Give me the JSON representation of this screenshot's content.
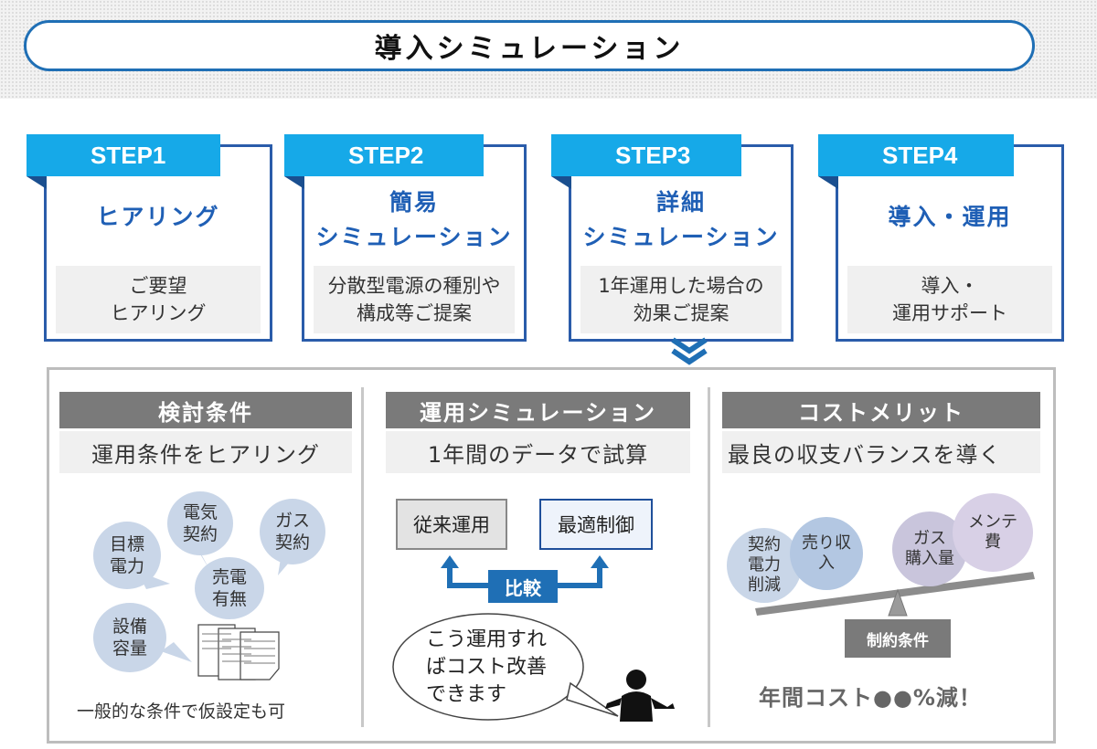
{
  "title": "導入シミュレーション",
  "steps": [
    {
      "tab": "STEP1",
      "title": "ヒアリング",
      "desc": "ご要望\nヒアリング"
    },
    {
      "tab": "STEP2",
      "title": "簡易\nシミュレーション",
      "desc": "分散型電源の種別や\n構成等ご提案"
    },
    {
      "tab": "STEP3",
      "title": "詳細\nシミュレーション",
      "desc": "1年運用した場合の\n効果ご提案"
    },
    {
      "tab": "STEP4",
      "title": "導入・運用",
      "desc": "導入・\n運用サポート"
    }
  ],
  "sections": {
    "conditions": {
      "heading": "検討条件",
      "subtitle": "運用条件をヒアリング",
      "bubbles": [
        "目標\n電力",
        "電気\n契約",
        "ガス\n契約",
        "売電\n有無",
        "設備\n容量"
      ],
      "note": "一般的な条件で仮設定も可"
    },
    "simulation": {
      "heading": "運用シミュレーション",
      "subtitle": "1年間のデータで試算",
      "mode_conventional": "従来運用",
      "mode_optimal": "最適制御",
      "compare": "比較",
      "speech": "こう運用すれ\nばコスト改善\nできます"
    },
    "cost": {
      "heading": "コストメリット",
      "subtitle": "最良の収支バランスを導く",
      "left_items": [
        "契約\n電力\n削減",
        "売り収\n入"
      ],
      "right_items": [
        "ガス\n購入量",
        "メンテ\n費"
      ],
      "constraint": "制約条件",
      "result": "年間コスト●●%減！"
    }
  },
  "colors": {
    "accent_blue": "#1f6fb5",
    "tab_cyan": "#16a9e8",
    "card_border": "#2a5caa",
    "gray_head": "#7a7a7a"
  }
}
